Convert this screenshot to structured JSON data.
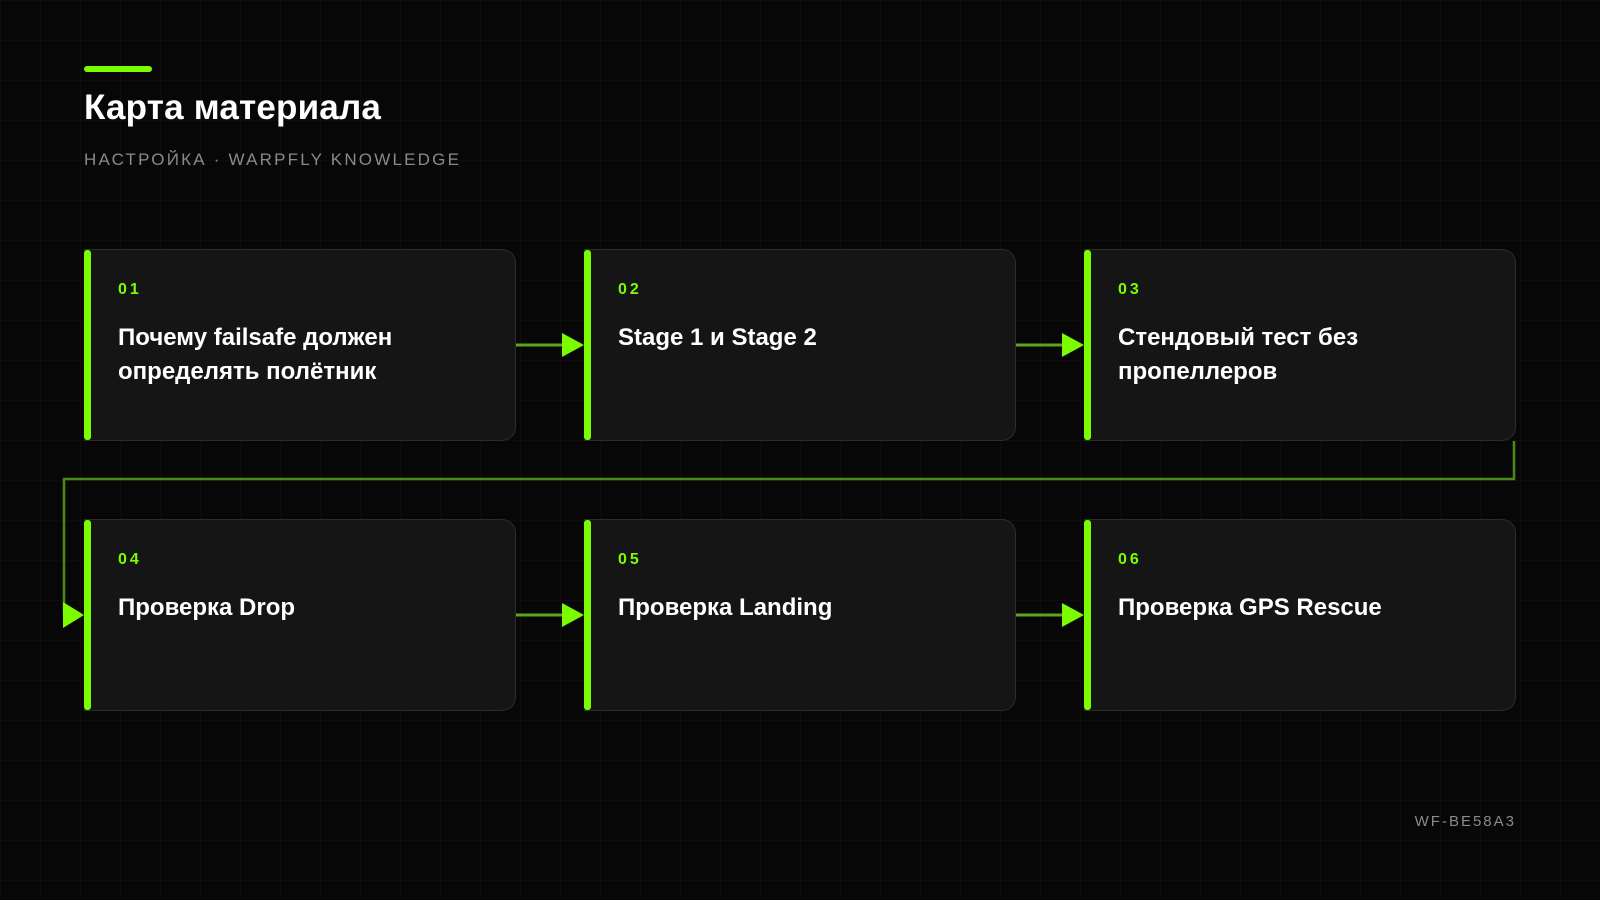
{
  "header": {
    "title": "Карта материала",
    "subtitle": "НАСТРОЙКА · WARPFLY KNOWLEDGE"
  },
  "steps": [
    {
      "number": "01",
      "title": "Почему failsafe должен определять полётник"
    },
    {
      "number": "02",
      "title": "Stage 1 и Stage 2"
    },
    {
      "number": "03",
      "title": "Стендовый тест без пропеллеров"
    },
    {
      "number": "04",
      "title": "Проверка Drop"
    },
    {
      "number": "05",
      "title": "Проверка Landing"
    },
    {
      "number": "06",
      "title": "Проверка GPS Rescue"
    }
  ],
  "footer": {
    "code": "WF-BE58A3"
  },
  "colors": {
    "accent": "#7cfc00",
    "background": "#060706",
    "card": "#141514",
    "connector": "#4c8a17"
  }
}
